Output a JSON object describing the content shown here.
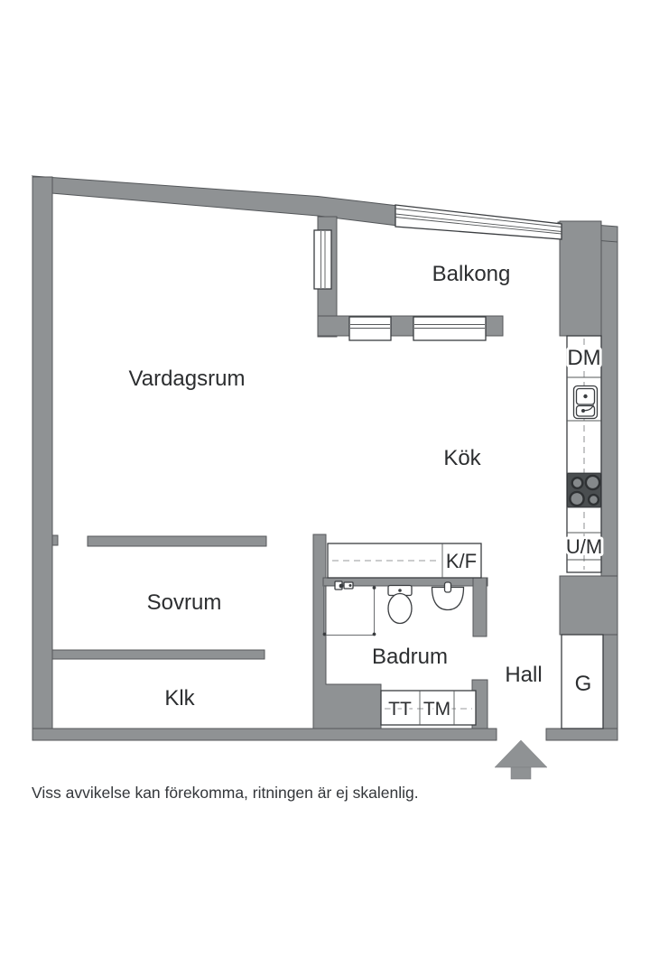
{
  "rooms": [
    {
      "name": "vardagsrum",
      "label": "Vardagsrum"
    },
    {
      "name": "balkong",
      "label": "Balkong"
    },
    {
      "name": "kok",
      "label": "Kök"
    },
    {
      "name": "sovrum",
      "label": "Sovrum"
    },
    {
      "name": "klk",
      "label": "Klk"
    },
    {
      "name": "badrum",
      "label": "Badrum"
    },
    {
      "name": "hall",
      "label": "Hall"
    }
  ],
  "appliances": [
    {
      "name": "dishwasher",
      "label": "DM"
    },
    {
      "name": "oven-microwave",
      "label": "U/M"
    },
    {
      "name": "fridge-freezer",
      "label": "K/F"
    },
    {
      "name": "dryer",
      "label": "TT"
    },
    {
      "name": "washing-machine",
      "label": "TM"
    },
    {
      "name": "wardrobe",
      "label": "G"
    }
  ],
  "footer": {
    "disclaimer": "Viss avvikelse kan förekomma, ritningen är ej skalenlig."
  },
  "colors": {
    "wall": "#8f9294",
    "wall_border": "#54575a",
    "line": "#3a3d40",
    "stove": "#4a4e50",
    "text": "#2c2e30",
    "dash": "#97999b",
    "background": "#ffffff"
  }
}
